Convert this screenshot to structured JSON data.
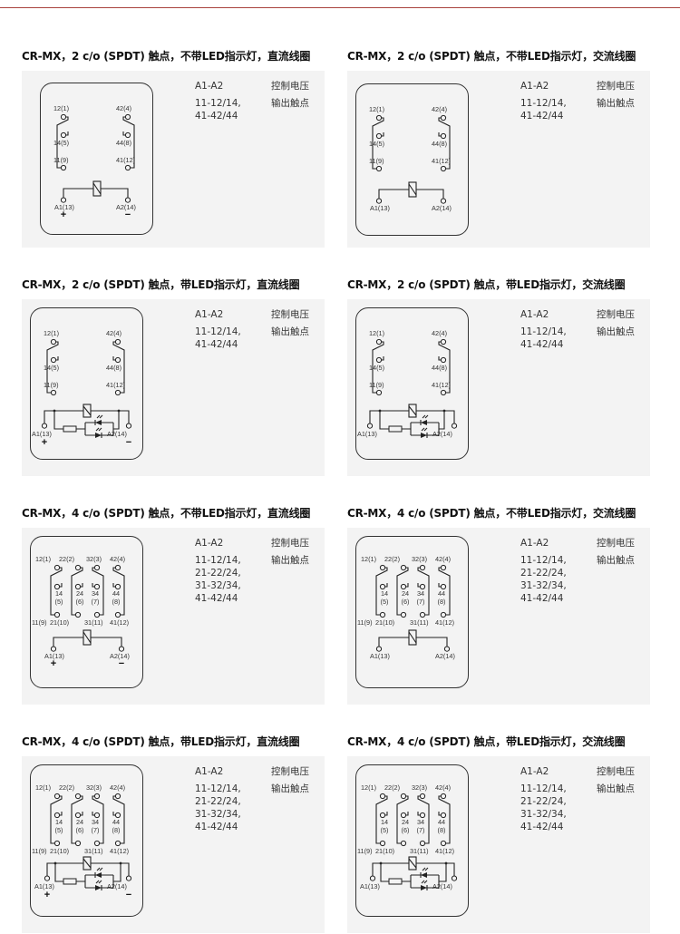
{
  "colors": {
    "accent_line": "#a8423d",
    "panel_bg": "#f3f3f3"
  },
  "panels": [
    {
      "title": "CR-MX，2 c/o (SPDT) 触点，不带LED指示灯，直流线圈",
      "specs": [
        {
          "key": [
            "A1-A2"
          ],
          "val": "控制电压"
        },
        {
          "key": [
            "11-12/14,",
            "41-42/44"
          ],
          "val": "输出触点"
        }
      ],
      "diagram": {
        "poles": 2,
        "led": false,
        "dc": true,
        "top": [
          "12(1)",
          "42(4)"
        ],
        "no": [
          [
            "14(5)"
          ],
          [
            "44(8)"
          ]
        ],
        "bottom": [
          "11(9)",
          "41(12)"
        ],
        "a1": "A1(13)",
        "a2": "A2(14)",
        "plus": "+",
        "minus": "−"
      }
    },
    {
      "title": "CR-MX，2 c/o (SPDT) 触点，不带LED指示灯，交流线圈",
      "specs": [
        {
          "key": [
            "A1-A2"
          ],
          "val": "控制电压"
        },
        {
          "key": [
            "11-12/14,",
            "41-42/44"
          ],
          "val": "输出触点"
        }
      ],
      "diagram": {
        "poles": 2,
        "led": false,
        "dc": false,
        "top": [
          "12(1)",
          "42(4)"
        ],
        "no": [
          [
            "14(5)"
          ],
          [
            "44(8)"
          ]
        ],
        "bottom": [
          "11(9)",
          "41(12)"
        ],
        "a1": "A1(13)",
        "a2": "A2(14)"
      }
    },
    {
      "title": "CR-MX，2 c/o (SPDT) 触点，带LED指示灯，直流线圈",
      "specs": [
        {
          "key": [
            "A1-A2"
          ],
          "val": "控制电压"
        },
        {
          "key": [
            "11-12/14,",
            "41-42/44"
          ],
          "val": "输出触点"
        }
      ],
      "diagram": {
        "poles": 2,
        "led": true,
        "dc": true,
        "top": [
          "12(1)",
          "42(4)"
        ],
        "no": [
          [
            "14(5)"
          ],
          [
            "44(8)"
          ]
        ],
        "bottom": [
          "11(9)",
          "41(12)"
        ],
        "a1": "A1(13)",
        "a2": "A2(14)",
        "plus": "+",
        "minus": "−"
      }
    },
    {
      "title": "CR-MX，2 c/o (SPDT) 触点，带LED指示灯，交流线圈",
      "specs": [
        {
          "key": [
            "A1-A2"
          ],
          "val": "控制电压"
        },
        {
          "key": [
            "11-12/14,",
            "41-42/44"
          ],
          "val": "输出触点"
        }
      ],
      "diagram": {
        "poles": 2,
        "led": true,
        "dc": false,
        "top": [
          "12(1)",
          "42(4)"
        ],
        "no": [
          [
            "14(5)"
          ],
          [
            "44(8)"
          ]
        ],
        "bottom": [
          "11(9)",
          "41(12)"
        ],
        "a1": "A1(13)",
        "a2": "A2(14)"
      }
    },
    {
      "title": "CR-MX，4 c/o (SPDT) 触点，不带LED指示灯，直流线圈",
      "specs": [
        {
          "key": [
            "A1-A2"
          ],
          "val": "控制电压"
        },
        {
          "key": [
            "11-12/14,",
            "21-22/24,",
            "31-32/34,",
            "41-42/44"
          ],
          "val": "输出触点"
        }
      ],
      "diagram": {
        "poles": 4,
        "led": false,
        "dc": true,
        "top": [
          "12(1)",
          "22(2)",
          "32(3)",
          "42(4)"
        ],
        "no": [
          [
            "14",
            "(5)"
          ],
          [
            "24",
            "(6)"
          ],
          [
            "34",
            "(7)"
          ],
          [
            "44",
            "(8)"
          ]
        ],
        "bottom": [
          "11(9)",
          "21(10)",
          "31(11)",
          "41(12)"
        ],
        "a1": "A1(13)",
        "a2": "A2(14)",
        "plus": "+",
        "minus": "−"
      }
    },
    {
      "title": "CR-MX，4 c/o (SPDT) 触点，不带LED指示灯，交流线圈",
      "specs": [
        {
          "key": [
            "A1-A2"
          ],
          "val": "控制电压"
        },
        {
          "key": [
            "11-12/14,",
            "21-22/24,",
            "31-32/34,",
            "41-42/44"
          ],
          "val": "输出触点"
        }
      ],
      "diagram": {
        "poles": 4,
        "led": false,
        "dc": false,
        "top": [
          "12(1)",
          "22(2)",
          "32(3)",
          "42(4)"
        ],
        "no": [
          [
            "14",
            "(5)"
          ],
          [
            "24",
            "(6)"
          ],
          [
            "34",
            "(7)"
          ],
          [
            "44",
            "(8)"
          ]
        ],
        "bottom": [
          "11(9)",
          "21(10)",
          "31(11)",
          "41(12)"
        ],
        "a1": "A1(13)",
        "a2": "A2(14)"
      }
    },
    {
      "title": "CR-MX，4 c/o (SPDT) 触点，带LED指示灯，直流线圈",
      "specs": [
        {
          "key": [
            "A1-A2"
          ],
          "val": "控制电压"
        },
        {
          "key": [
            "11-12/14,",
            "21-22/24,",
            "31-32/34,",
            "41-42/44"
          ],
          "val": "输出触点"
        }
      ],
      "diagram": {
        "poles": 4,
        "led": true,
        "dc": true,
        "top": [
          "12(1)",
          "22(2)",
          "32(3)",
          "42(4)"
        ],
        "no": [
          [
            "14",
            "(5)"
          ],
          [
            "24",
            "(6)"
          ],
          [
            "34",
            "(7)"
          ],
          [
            "44",
            "(8)"
          ]
        ],
        "bottom": [
          "11(9)",
          "21(10)",
          "31(11)",
          "41(12)"
        ],
        "a1": "A1(13)",
        "a2": "A2(14)",
        "plus": "+",
        "minus": "−"
      }
    },
    {
      "title": "CR-MX，4 c/o (SPDT) 触点，带LED指示灯，交流线圈",
      "specs": [
        {
          "key": [
            "A1-A2"
          ],
          "val": "控制电压"
        },
        {
          "key": [
            "11-12/14,",
            "21-22/24,",
            "31-32/34,",
            "41-42/44"
          ],
          "val": "输出触点"
        }
      ],
      "diagram": {
        "poles": 4,
        "led": true,
        "dc": false,
        "top": [
          "12(1)",
          "22(2)",
          "32(3)",
          "42(4)"
        ],
        "no": [
          [
            "14",
            "(5)"
          ],
          [
            "24",
            "(6)"
          ],
          [
            "34",
            "(7)"
          ],
          [
            "44",
            "(8)"
          ]
        ],
        "bottom": [
          "11(9)",
          "21(10)",
          "31(11)",
          "41(12)"
        ],
        "a1": "A1(13)",
        "a2": "A2(14)"
      }
    }
  ]
}
